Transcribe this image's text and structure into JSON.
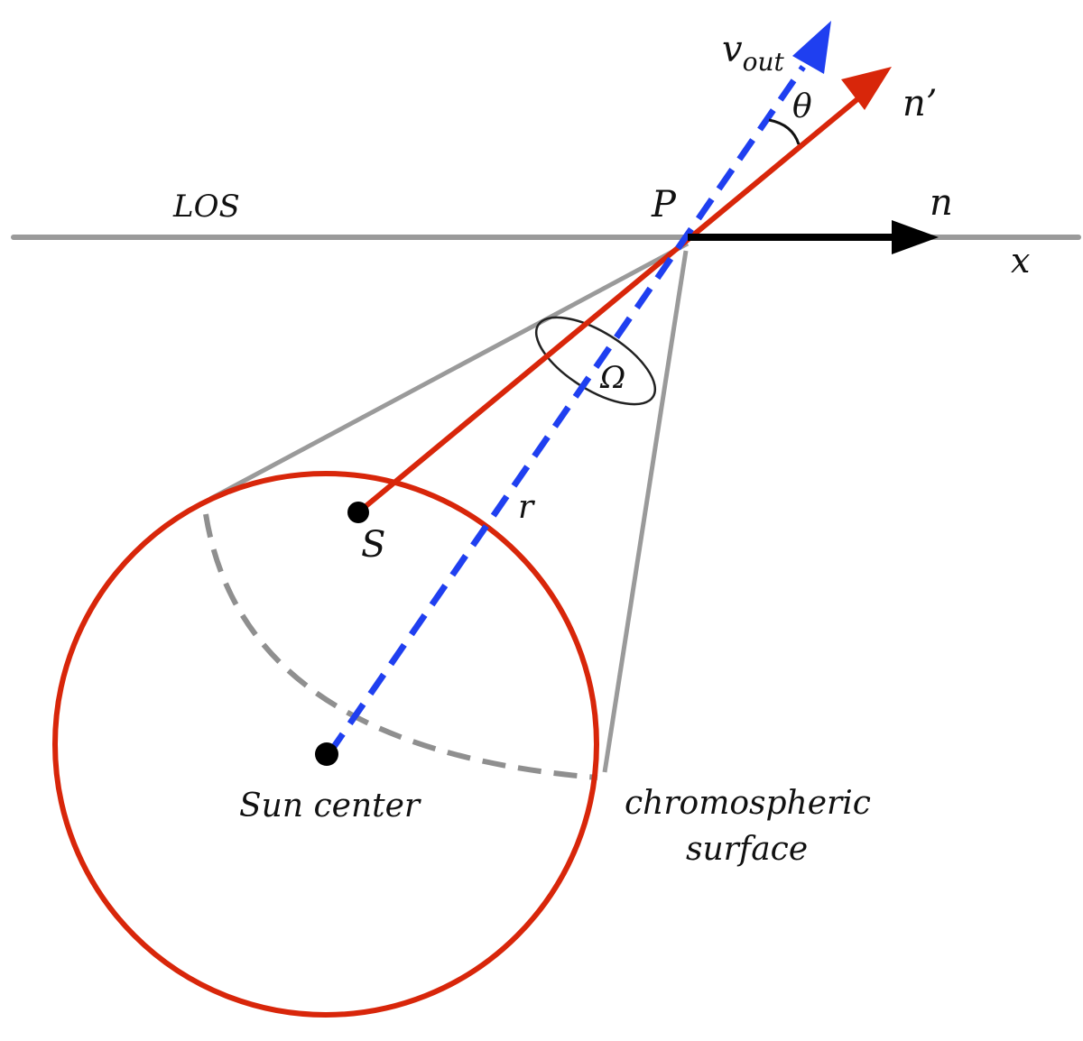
{
  "labels": {
    "v_out_main": "v",
    "v_out_sub": "out",
    "theta": "θ",
    "n_prime": "n’",
    "los": "LOS",
    "p": "P",
    "n": "n",
    "x": "x",
    "omega": "Ω",
    "r": "r",
    "s": "S",
    "sun_center": "Sun center",
    "chromospheric_line1": "chromospheric",
    "chromospheric_line2": "surface"
  },
  "colors": {
    "los_line": "#9a9a9a",
    "cone_line": "#9a9a9a",
    "dashed_arc": "#8f8f8f",
    "sun_circle": "#d8260a",
    "n_prime_ray": "#d8260a",
    "v_out_ray": "#1f3ff0",
    "n_arrow": "#000000",
    "points": "#000000"
  }
}
